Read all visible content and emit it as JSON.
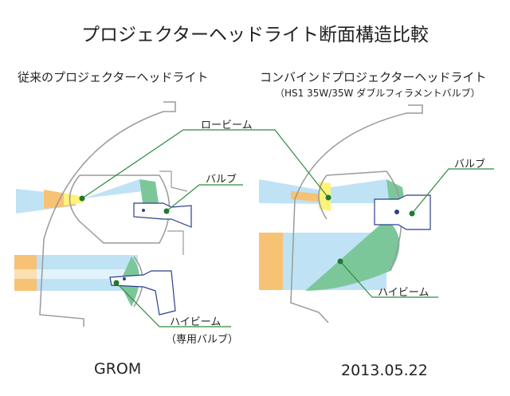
{
  "title": "プロジェクターヘッドライト断面構造比較",
  "left": {
    "heading": "従来のプロジェクターヘッドライト",
    "labels": {
      "low_beam": "ロービーム",
      "bulb": "バルブ",
      "high_beam": "ハイビーム",
      "high_beam_note": "（専用バルブ）"
    }
  },
  "right": {
    "heading": "コンバインドプロジェクターヘッドライト",
    "subheading": "（HS1 35W/35W ダブルフィラメントバルブ）",
    "labels": {
      "bulb": "バルブ",
      "high_beam": "ハイビーム"
    }
  },
  "footer": {
    "brand": "GROM",
    "date": "2013.05.22"
  },
  "colors": {
    "leader": "#2e8b3e",
    "beam": "#bfe3f5",
    "reflector": "#7cc79a",
    "amber": "#f7c274",
    "yellow": "#fff27a",
    "outline": "#9a9a9a",
    "bulb": "#2b3f8c"
  }
}
